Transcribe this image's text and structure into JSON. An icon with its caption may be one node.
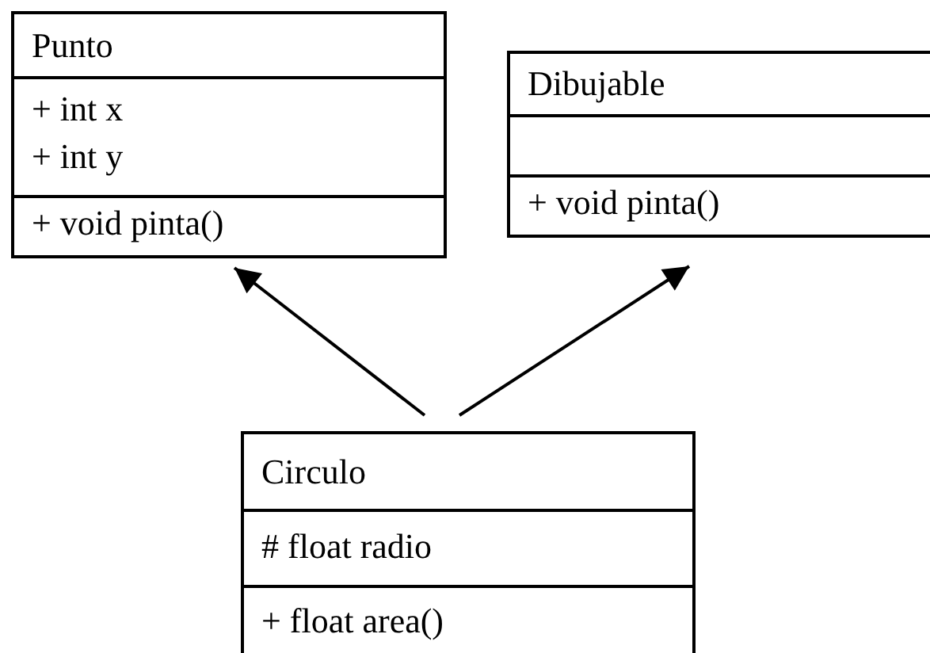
{
  "diagram": {
    "nodes": [
      {
        "text": [
          "Punto"
        ]
      },
      {
        "text": [
          "+ int x",
          "+ int y"
        ],
        "in": 0
      },
      {
        "text": [
          "+ void pinta()"
        ],
        "in": 0
      },
      {
        "text": [
          "Dibujable"
        ]
      },
      {
        "text": [],
        "shape": "box",
        "in": 3
      },
      {
        "text": [
          "+ void pinta()"
        ],
        "in": 3
      },
      {
        "text": [
          "Circulo"
        ]
      },
      {
        "text": [
          "# float radio"
        ],
        "in": 6
      },
      {
        "text": [
          "+ float area()"
        ],
        "in": 6
      }
    ],
    "edges": [
      {
        "from": 6,
        "to": 0,
        "arrow": "to"
      },
      {
        "from": 6,
        "to": 3,
        "arrow": "to"
      }
    ]
  }
}
